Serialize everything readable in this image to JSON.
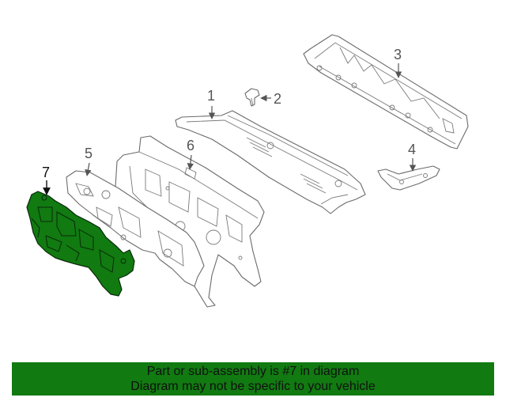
{
  "diagram": {
    "callouts": [
      "1",
      "2",
      "3",
      "4",
      "5",
      "6",
      "7"
    ],
    "highlighted_part": "7",
    "highlight_color": "#117a11"
  },
  "banner": {
    "line1": "Part or sub-assembly is #7 in diagram",
    "line2": "Diagram may not be specific to your vehicle",
    "background": "#117a11"
  }
}
